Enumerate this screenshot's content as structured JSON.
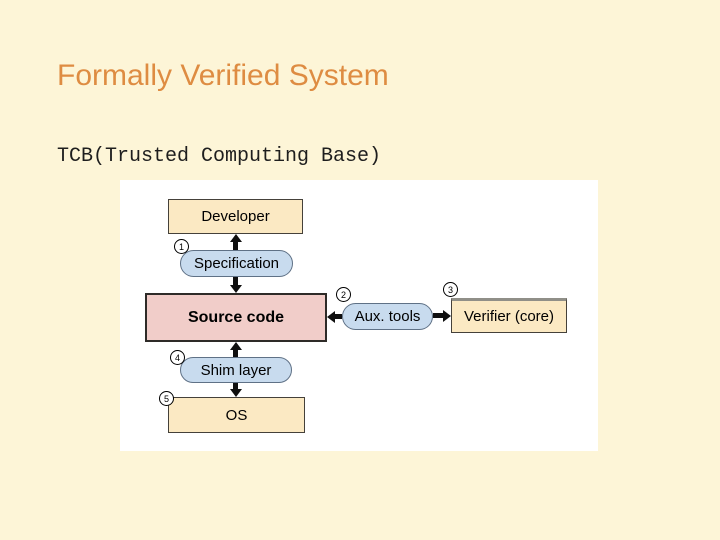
{
  "slide": {
    "title": "Formally Verified System",
    "subtitle": "TCB(Trusted Computing Base)"
  },
  "colors": {
    "background": "#FDF5D7",
    "title_text": "#DE8C42",
    "panel": "#FFFFFF",
    "tan_box_fill": "#FBE9C3",
    "pink_box_fill": "#F1CDC9",
    "blue_pill_fill": "#C8DBEE",
    "arrow": "#0F0F0F"
  },
  "diagram": {
    "nodes": [
      {
        "id": "developer",
        "label": "Developer",
        "shape": "box-tan",
        "badge": ""
      },
      {
        "id": "specification",
        "label": "Specification",
        "shape": "pill-blue",
        "badge": "1"
      },
      {
        "id": "source-code",
        "label": "Source code",
        "shape": "box-pink",
        "badge": ""
      },
      {
        "id": "aux-tools",
        "label": "Aux. tools",
        "shape": "pill-blue",
        "badge": "2"
      },
      {
        "id": "verifier-core",
        "label": "Verifier (core)",
        "shape": "box-tan",
        "badge": "3"
      },
      {
        "id": "shim-layer",
        "label": "Shim layer",
        "shape": "pill-blue",
        "badge": "4"
      },
      {
        "id": "os",
        "label": "OS",
        "shape": "box-tan",
        "badge": "5"
      }
    ],
    "edges": [
      {
        "from": "specification",
        "to": "developer",
        "direction": "up"
      },
      {
        "from": "specification",
        "to": "source-code",
        "direction": "down"
      },
      {
        "from": "aux-tools",
        "to": "source-code",
        "direction": "left"
      },
      {
        "from": "aux-tools",
        "to": "verifier-core",
        "direction": "right"
      },
      {
        "from": "shim-layer",
        "to": "source-code",
        "direction": "up"
      },
      {
        "from": "shim-layer",
        "to": "os",
        "direction": "down"
      }
    ]
  }
}
